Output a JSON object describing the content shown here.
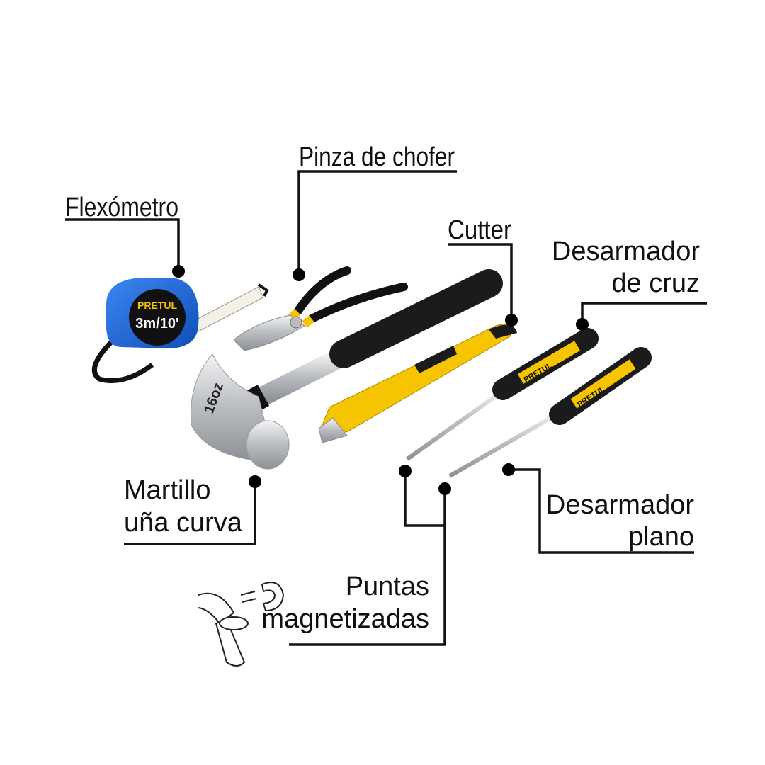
{
  "labels": {
    "flexometro": "Flexómetro",
    "pinza": "Pinza de chofer",
    "cutter": "Cutter",
    "cruz_line1": "Desarmador",
    "cruz_line2": "de cruz",
    "martillo_line1": "Martillo",
    "martillo_line2": "uña curva",
    "plano_line1": "Desarmador",
    "plano_line2": "plano",
    "puntas_line1": "Puntas",
    "puntas_line2": "magnetizadas"
  },
  "product_marks": {
    "brand": "PRETUL",
    "tape_size": "3m/10'",
    "hammer_weight": "16oz"
  },
  "colors": {
    "tape_blue": "#1a5fd0",
    "handle_yellow": "#f6c400",
    "handle_black": "#1b1b1b",
    "steel": "#c9ccd0"
  }
}
